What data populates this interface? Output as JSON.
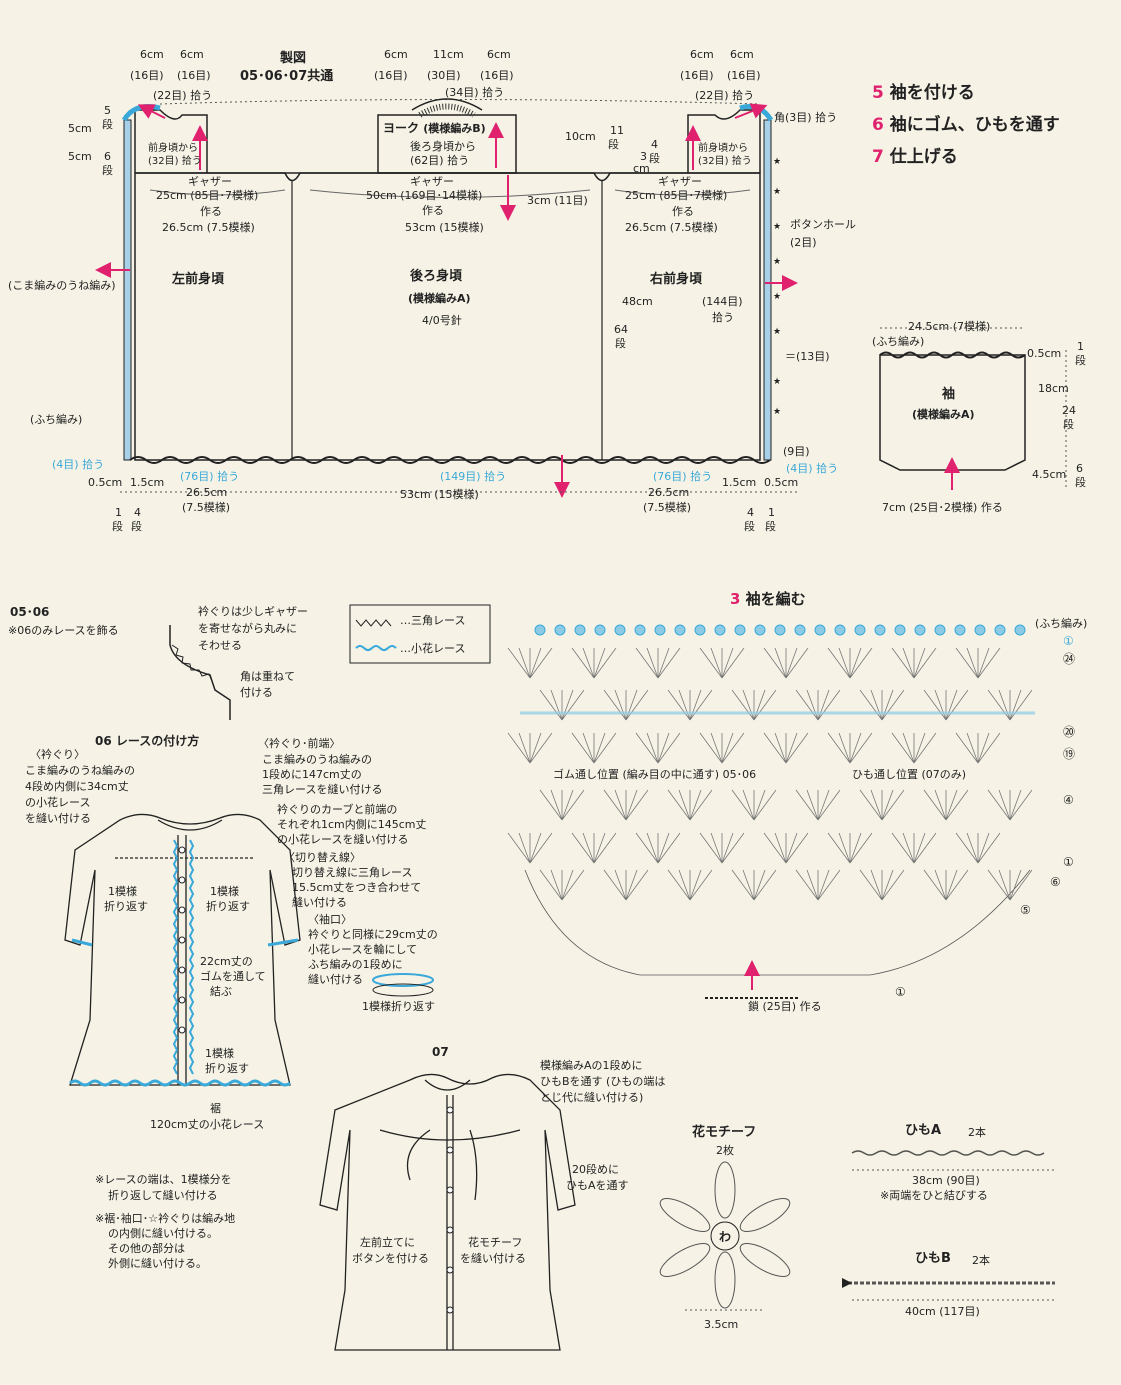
{
  "header": {
    "title": "製図",
    "subtitle": "05･06･07共通"
  },
  "steps": [
    {
      "num": "5",
      "text": "袖を付ける"
    },
    {
      "num": "6",
      "text": "袖にゴム、ひもを通す"
    },
    {
      "num": "7",
      "text": "仕上げる"
    }
  ],
  "top": {
    "l_6cm_a": "6cm",
    "l_6cm_b": "6cm",
    "l_16a": "(16目)",
    "l_16b": "(16目)",
    "l_22": "(22目) 拾う",
    "y_6cm_a": "6cm",
    "y_11cm": "11cm",
    "y_6cm_b": "6cm",
    "y_16a": "(16目)",
    "y_30": "(30目)",
    "y_16b": "(16目)",
    "y_34": "(34目) 拾う",
    "r_6cm_a": "6cm",
    "r_6cm_b": "6cm",
    "r_16a": "(16目)",
    "r_16b": "(16目)",
    "r_22": "(22目) 拾う",
    "kado": "角(3目) 拾う"
  },
  "body": {
    "yoke_label": "ヨーク",
    "yoke_pattern": "(模様編みB)",
    "yoke_pick1": "後ろ身頃から",
    "yoke_pick2": "(62目) 拾う",
    "ten_cm": "10cm",
    "ten_dan1": "11",
    "ten_dan2": "段",
    "three_cm": "3",
    "three_cm2": "cm",
    "four_dan1": "4",
    "four_dan2": "段",
    "left_5cm_a": "5cm",
    "left_5cm_b": "5cm",
    "left_5dan": "5",
    "left_5dan2": "段",
    "left_6dan": "6",
    "left_6dan2": "段",
    "lf_pick1": "前身頃から",
    "lf_pick2": "(32目) 拾う",
    "rf_pick1": "前身頃から",
    "rf_pick2": "(32目) 拾う",
    "gather_l": "ギャザー",
    "gather_l2": "25cm (85目･7模様)",
    "gather_l3": "作る",
    "gather_l4": "26.5cm (7.5模様)",
    "gather_c": "ギャザー",
    "gather_c2": "50cm (169目･14模様)",
    "gather_c3": "作る",
    "gather_c4": "53cm (15模様)",
    "gather_r": "ギャザー",
    "gather_r2": "25cm (85目･7模様)",
    "gather_r3": "作る",
    "gather_r4": "26.5cm (7.5模様)",
    "three_cm_11": "3cm (11目)",
    "left_front": "左前身頃",
    "back": "後ろ身頃",
    "back_pattern": "(模様編みA)",
    "hook": "4/0号針",
    "right_front": "右前身頃",
    "len_48": "48cm",
    "len_64": "64",
    "len_64b": "段",
    "pick_144": "(144目)",
    "pick_144b": "拾う",
    "koma": "(こま編みのうね編み)",
    "fuchi": "(ふち編み)",
    "buttonhole": "ボタンホール",
    "bh_2": "(2目)",
    "bh_13": "＝(13目)",
    "bh_9": "(9目)",
    "pick_4l": "(4目) 拾う",
    "pick_76l": "(76目) 拾う",
    "pick_149": "(149目) 拾う",
    "pick_76r": "(76目) 拾う",
    "pick_4r": "(4目) 拾う"
  },
  "bottom_dims": {
    "l05": "0.5cm",
    "l15": "1.5cm",
    "l265": "26.5cm",
    "l75": "(7.5模様)",
    "c53": "53cm (15模様)",
    "r265": "26.5cm",
    "r75": "(7.5模様)",
    "r15": "1.5cm",
    "r05": "0.5cm",
    "l1": "1",
    "l1b": "段",
    "l4": "4",
    "l4b": "段",
    "r4": "4",
    "r4b": "段",
    "r1": "1",
    "r1b": "段"
  },
  "sleeve": {
    "width": "24.5cm (7模様)",
    "fuchi": "(ふち編み)",
    "title": "袖",
    "pattern": "(模様編みA)",
    "d05": "0.5cm",
    "d1": "1",
    "d1b": "段",
    "d18": "18cm",
    "d24": "24",
    "d24b": "段",
    "d45": "4.5cm",
    "d6": "6",
    "d6b": "段",
    "bottom": "7cm (25目･2模様) 作る"
  },
  "chart": {
    "title_num": "3",
    "title": "袖を編む",
    "fuchi": "(ふち編み)",
    "r1": "①",
    "r24": "㉔",
    "r20": "⑳",
    "r19": "⑲",
    "r4": "④",
    "r1b": "①",
    "r6": "⑥",
    "r5": "⑤",
    "r1c": "①",
    "gomu": "ゴム通し位置 (編み目の中に通す) 05･06",
    "himo": "ひも通し位置 (07のみ)",
    "chain": "鎖 (25目) 作る"
  },
  "legend": {
    "triangle": "…三角レース",
    "flower": "…小花レース"
  },
  "lace": {
    "code": "05･06",
    "note": "※06のみレースを飾る",
    "eri1": "衿ぐりは少しギャザー",
    "eri2": "を寄せながら丸みに",
    "eri3": "そわせる",
    "kado1": "角は重ねて",
    "kado2": "付ける",
    "how": "06 レースの付け方",
    "neck_h": "〈衿ぐり〉",
    "neck1": "こま編みのうね編みの",
    "neck2": "4段め内側に34cm丈",
    "neck3": "の小花レース",
    "neck4": "を縫い付ける",
    "ef_h": "〈衿ぐり･前端〉",
    "ef1": "こま編みのうね編みの",
    "ef2": "1段めに147cm丈の",
    "ef3": "三角レースを縫い付ける",
    "ef4": "衿ぐりのカーブと前端の",
    "ef5": "それぞれ1cm内側に145cm丈",
    "ef6": "の小花レースを縫い付ける",
    "kiri_h": "〈切り替え線〉",
    "kiri1": "切り替え線に三角レース",
    "kiri2": "15.5cm丈をつき合わせて",
    "kiri3": "縫い付ける",
    "sode_h": "〈袖口〉",
    "sode1": "衿ぐりと同様に29cm丈の",
    "sode2": "小花レースを輪にして",
    "sode3": "ふち編みの1段めに",
    "sode4": "縫い付ける",
    "fold1": "1模様",
    "fold1b": "折り返す",
    "fold2": "1模様",
    "fold2b": "折り返す",
    "fold3": "1模様折り返す",
    "gomu1": "22cm丈の",
    "gomu2": "ゴムを通して",
    "gomu3": "結ぶ",
    "fold4": "1模様",
    "fold4b": "折り返す",
    "suso1": "裾",
    "suso2": "120cm丈の小花レース"
  },
  "notes": {
    "n1": "※レースの端は、1模様分を",
    "n1b": "折り返して縫い付ける",
    "n2": "※裾･袖口･☆衿ぐりは編み地",
    "n2b": "の内側に縫い付ける。",
    "n2c": "その他の部分は",
    "n2d": "外側に縫い付ける。"
  },
  "dress07": {
    "code": "07",
    "a1": "模様編みAの1段めに",
    "a2": "ひもBを通す (ひもの端は",
    "a3": "とじ代に縫い付ける)",
    "b1": "20段めに",
    "b2": "ひもAを通す",
    "btn1": "左前立てに",
    "btn2": "ボタンを付ける",
    "mot1": "花モチーフ",
    "mot2": "を縫い付ける"
  },
  "motif": {
    "title": "花モチーフ",
    "count": "2枚",
    "center": "わ",
    "size": "3.5cm"
  },
  "himoA": {
    "title": "ひもA",
    "count": "2本",
    "len": "38cm (90目)",
    "note": "※両端をひと結びする"
  },
  "himoB": {
    "title": "ひもB",
    "count": "2本",
    "len": "40cm (117目)"
  },
  "colors": {
    "accent": "#e0226e",
    "cyan": "#3aa8d8",
    "line": "#222222",
    "paper": "#f6f3e6"
  }
}
